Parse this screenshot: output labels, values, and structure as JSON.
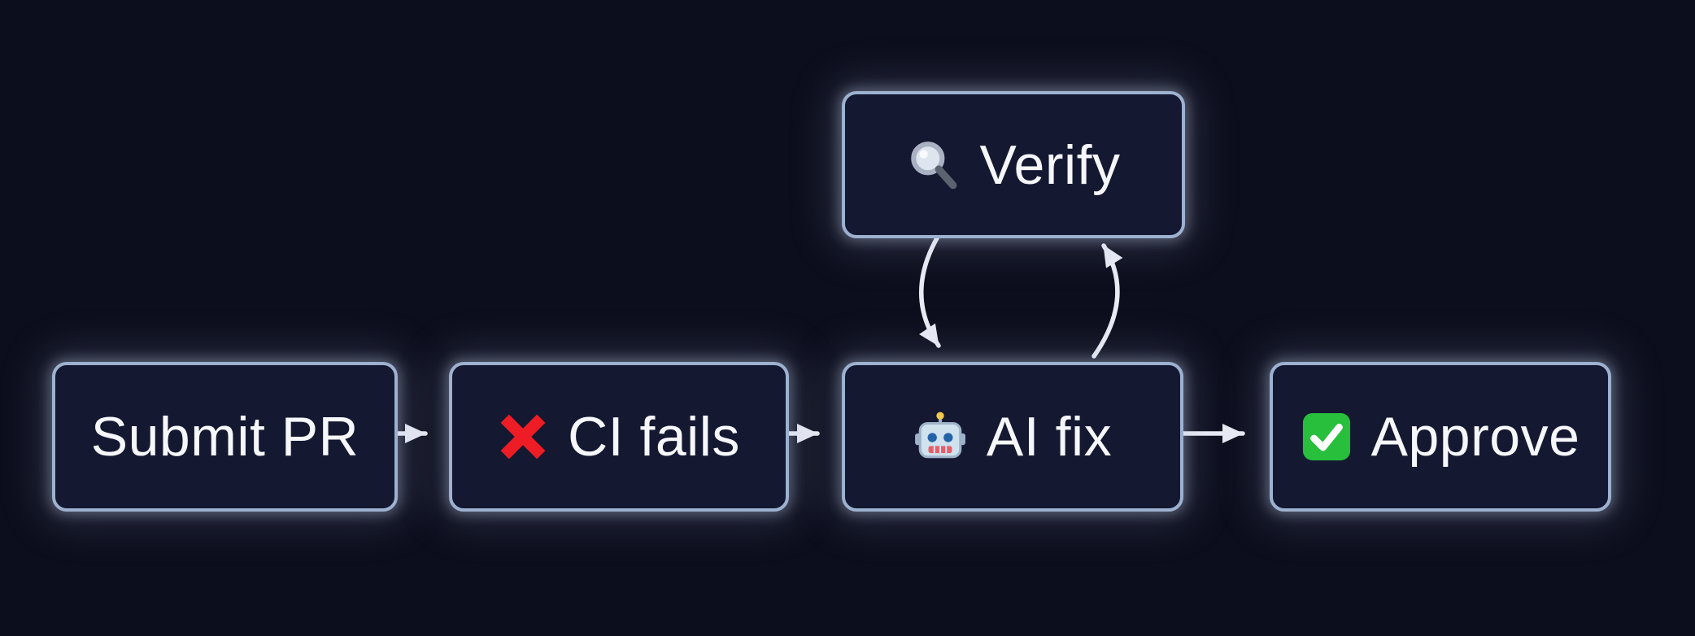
{
  "diagram": {
    "title": "PR CI auto-fix flowchart",
    "colors": {
      "background": "#0c0e1d",
      "node_fill": "#141831",
      "node_border": "#9db1d0",
      "node_text": "#f5f7fa",
      "edge": "#e9ebf4",
      "cross_red": "#ee1c25",
      "check_green": "#27bf3c"
    },
    "nodes": [
      {
        "id": "submit",
        "label": "Submit PR",
        "icon": "none"
      },
      {
        "id": "cifails",
        "label": "CI fails",
        "icon": "red-cross-icon"
      },
      {
        "id": "aifix",
        "label": "AI fix",
        "icon": "robot-icon"
      },
      {
        "id": "verify",
        "label": "Verify",
        "icon": "magnifier-icon"
      },
      {
        "id": "approve",
        "label": "Approve",
        "icon": "green-check-icon"
      }
    ],
    "edges": [
      {
        "from": "submit",
        "to": "cifails"
      },
      {
        "from": "cifails",
        "to": "aifix"
      },
      {
        "from": "aifix",
        "to": "approve"
      },
      {
        "from": "verify",
        "to": "aifix"
      },
      {
        "from": "aifix",
        "to": "verify"
      }
    ]
  }
}
